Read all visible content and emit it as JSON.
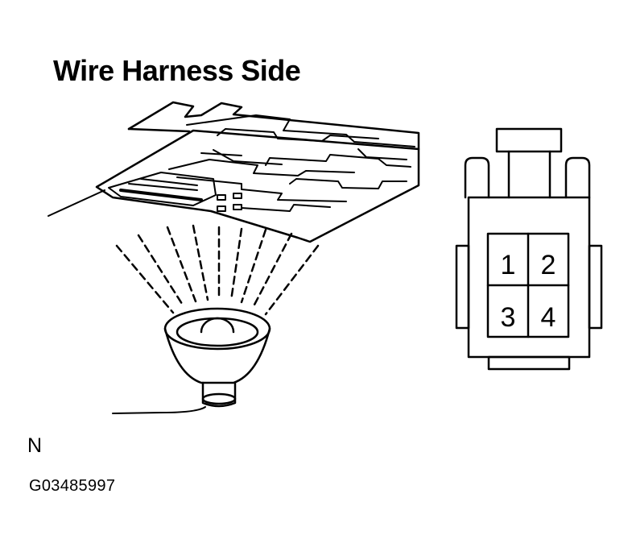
{
  "title": "Wire Harness Side",
  "view_letter": "N",
  "figure_code": "G03485997",
  "connector": {
    "pins": [
      "1",
      "2",
      "3",
      "4"
    ]
  },
  "colors": {
    "line": "#000000",
    "background": "#ffffff"
  }
}
